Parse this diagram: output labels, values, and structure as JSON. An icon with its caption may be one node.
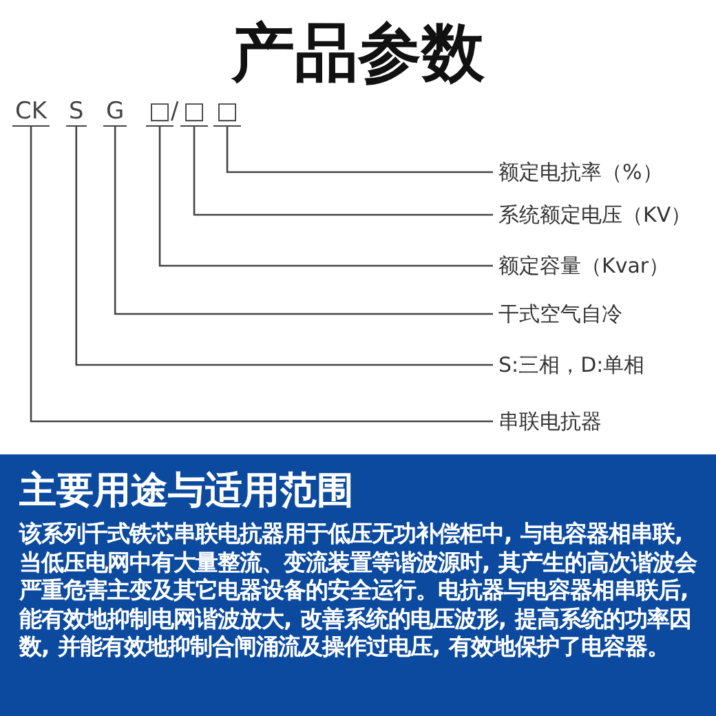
{
  "diagram": {
    "title": "产品参数",
    "nodes": [
      {
        "text": [
          "CK"
        ]
      },
      {
        "text": [
          "S"
        ]
      },
      {
        "text": [
          "G"
        ]
      },
      {
        "text": [
          "□"
        ]
      },
      {
        "text": [
          "□"
        ]
      },
      {
        "text": [
          "□"
        ]
      },
      {
        "text": [
          "额定电抗率（%）"
        ]
      },
      {
        "text": [
          "系统额定电压（KV）"
        ]
      },
      {
        "text": [
          "额定容量（Kvar）"
        ]
      },
      {
        "text": [
          "干式空气自冷"
        ]
      },
      {
        "text": [
          "S:三相，D:单相"
        ]
      },
      {
        "text": [
          "串联电抗器"
        ]
      },
      {
        "text": [
          "主要用途与适用范围",
          "该系列千式铁芯串联电抗器用于低压无功补偿柜中, 与电容器相串联, 当低压电网中有大量整流、变流装置等谐波源时, 其产生的高次谐波会严重危害主变及其它电器设备的安全运行。电抗器与电容器相串联后, 能有效地抑制电网谐波放大, 改善系统的电压波形, 提高系统的功率因数, 并能有效地抑制合闸涌流及操作过电压, 有效地保护了电容器。"
        ]
      }
    ],
    "edges": [
      {
        "from": 5,
        "to": 6,
        "arrow": "none"
      },
      {
        "from": 4,
        "to": 7,
        "arrow": "none"
      },
      {
        "from": 3,
        "to": 8,
        "arrow": "none"
      },
      {
        "from": 2,
        "to": 9,
        "arrow": "none"
      },
      {
        "from": 1,
        "to": 10,
        "arrow": "none"
      },
      {
        "from": 0,
        "to": 11,
        "arrow": "none"
      }
    ],
    "labels": [
      "/"
    ]
  }
}
